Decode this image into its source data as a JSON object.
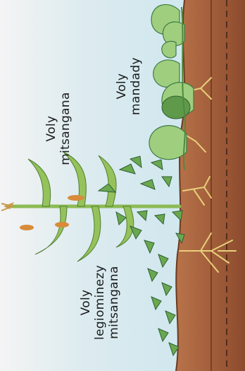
{
  "labels": {
    "maize": [
      "Voly",
      "mitsangana"
    ],
    "squash": [
      "Voly",
      "mandady"
    ],
    "beans": [
      "Voly",
      "legiominezy",
      "mitsangana"
    ]
  },
  "colors": {
    "sky": "#cfe7ef",
    "soil": "#a9643f",
    "soil_dark": "#8a4a2c",
    "leaf": "#7fb86a",
    "leaf_dark": "#3f7a45",
    "root": "#e8cf7a"
  }
}
